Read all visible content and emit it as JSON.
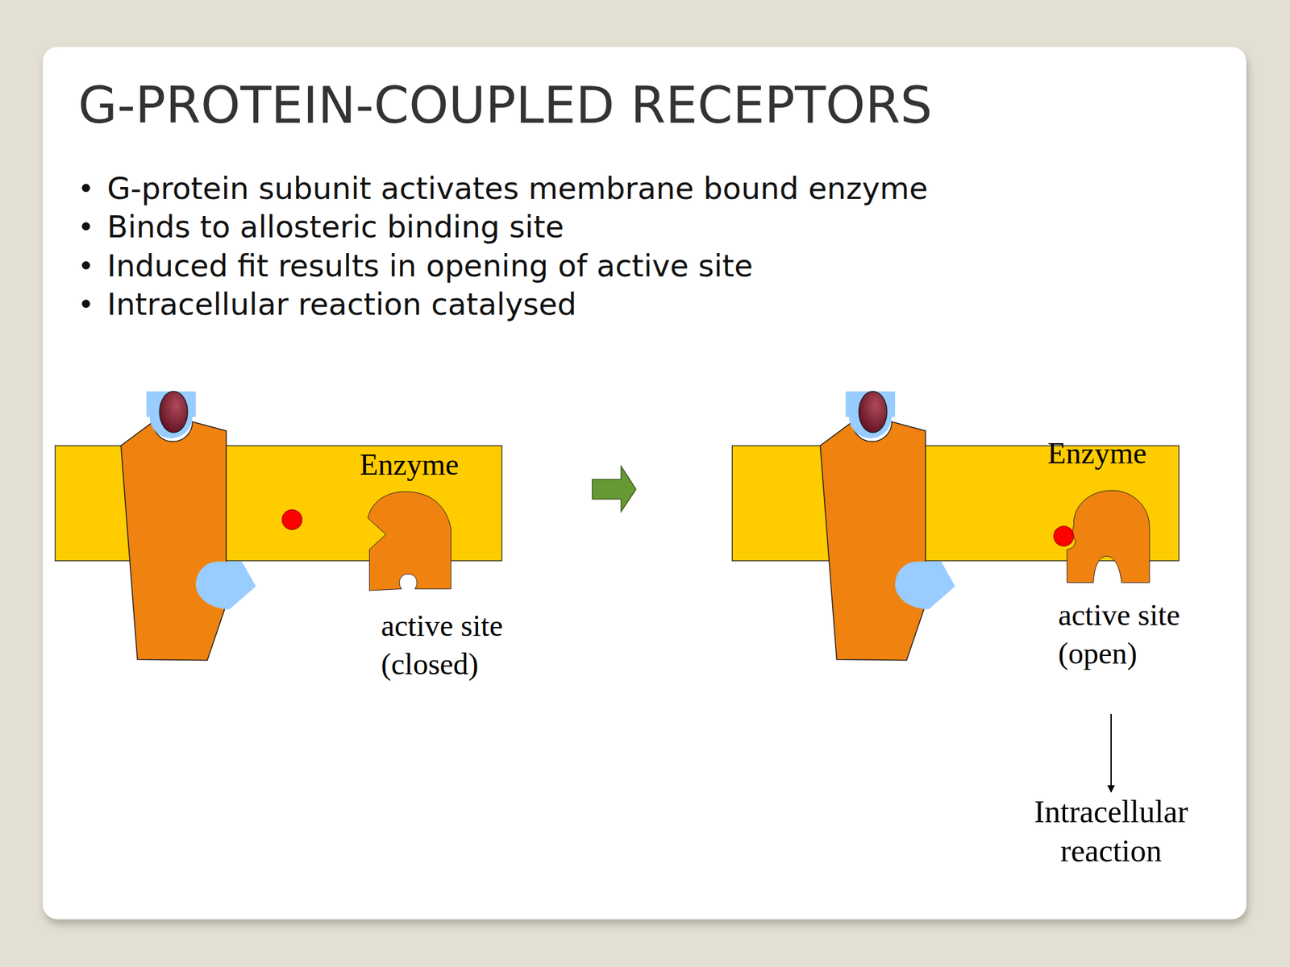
{
  "diagram": {
    "title": "G-PROTEIN-COUPLED RECEPTORS",
    "nodes": [
      {
        "text": [
          "Enzyme",
          "active site (closed)"
        ]
      },
      {
        "text": [
          "Enzyme",
          "active site (open)"
        ]
      },
      {
        "text": [
          "Intracellular reaction"
        ]
      }
    ],
    "edges": [
      {
        "from": 1,
        "to": 2,
        "arrow": "to"
      }
    ],
    "labels": [
      "G-protein subunit activates membrane bound enzyme",
      "Binds to allosteric binding site",
      "Induced fit results in opening of active site",
      "Intracellular reaction catalysed"
    ]
  }
}
